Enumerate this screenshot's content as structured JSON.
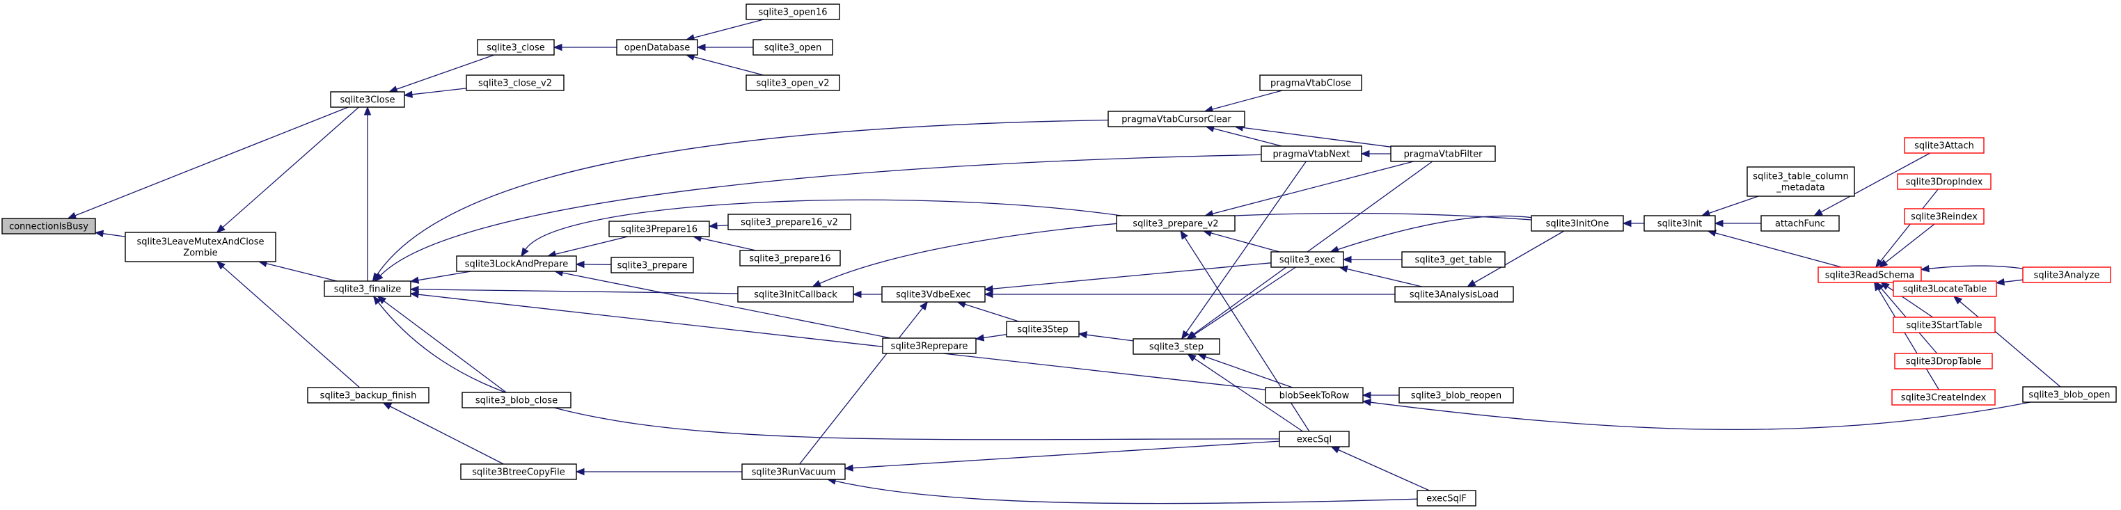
{
  "colors": {
    "edge": "#191970",
    "node_border": "#000000",
    "node_border_incomplete": "#ff0000",
    "node_fill": "#ffffff",
    "root_fill": "#bfbfbf",
    "text": "#000000"
  },
  "graph": {
    "root": "connectionIsBusy",
    "nodes": [
      {
        "id": "connectionIsBusy",
        "label": "connectionIsBusy",
        "root": true
      },
      {
        "id": "sqlite3Close",
        "label": "sqlite3Close"
      },
      {
        "id": "sqlite3LeaveMutexAndCloseZombie",
        "label": "sqlite3LeaveMutexAndClose\nZombie"
      },
      {
        "id": "sqlite3_close",
        "label": "sqlite3_close"
      },
      {
        "id": "sqlite3_close_v2",
        "label": "sqlite3_close_v2"
      },
      {
        "id": "openDatabase",
        "label": "openDatabase"
      },
      {
        "id": "sqlite3_open16",
        "label": "sqlite3_open16"
      },
      {
        "id": "sqlite3_open",
        "label": "sqlite3_open"
      },
      {
        "id": "sqlite3_open_v2",
        "label": "sqlite3_open_v2"
      },
      {
        "id": "sqlite3_finalize",
        "label": "sqlite3_finalize"
      },
      {
        "id": "sqlite3_backup_finish",
        "label": "sqlite3_backup_finish"
      },
      {
        "id": "sqlite3LockAndPrepare",
        "label": "sqlite3LockAndPrepare"
      },
      {
        "id": "sqlite3_blob_close",
        "label": "sqlite3_blob_close"
      },
      {
        "id": "sqlite3BtreeCopyFile",
        "label": "sqlite3BtreeCopyFile"
      },
      {
        "id": "sqlite3Prepare16",
        "label": "sqlite3Prepare16"
      },
      {
        "id": "sqlite3_prepare",
        "label": "sqlite3_prepare"
      },
      {
        "id": "sqlite3InitCallback",
        "label": "sqlite3InitCallback"
      },
      {
        "id": "sqlite3Reprepare",
        "label": "sqlite3Reprepare"
      },
      {
        "id": "sqlite3_prepare16_v2",
        "label": "sqlite3_prepare16_v2"
      },
      {
        "id": "sqlite3_prepare16",
        "label": "sqlite3_prepare16"
      },
      {
        "id": "sqlite3RunVacuum",
        "label": "sqlite3RunVacuum"
      },
      {
        "id": "sqlite3VdbeExec",
        "label": "sqlite3VdbeExec"
      },
      {
        "id": "sqlite3Step",
        "label": "sqlite3Step"
      },
      {
        "id": "pragmaVtabCursorClear",
        "label": "pragmaVtabCursorClear"
      },
      {
        "id": "sqlite3_prepare_v2",
        "label": "sqlite3_prepare_v2"
      },
      {
        "id": "sqlite3_step",
        "label": "sqlite3_step"
      },
      {
        "id": "sqlite3_exec",
        "label": "sqlite3_exec"
      },
      {
        "id": "blobSeekToRow",
        "label": "blobSeekToRow"
      },
      {
        "id": "execSql",
        "label": "execSql"
      },
      {
        "id": "execSqlF",
        "label": "execSqlF"
      },
      {
        "id": "pragmaVtabClose",
        "label": "pragmaVtabClose"
      },
      {
        "id": "pragmaVtabNext",
        "label": "pragmaVtabNext"
      },
      {
        "id": "pragmaVtabFilter",
        "label": "pragmaVtabFilter"
      },
      {
        "id": "sqlite3_get_table",
        "label": "sqlite3_get_table"
      },
      {
        "id": "sqlite3AnalysisLoad",
        "label": "sqlite3AnalysisLoad"
      },
      {
        "id": "sqlite3_blob_reopen",
        "label": "sqlite3_blob_reopen"
      },
      {
        "id": "sqlite3InitOne",
        "label": "sqlite3InitOne"
      },
      {
        "id": "sqlite3Init",
        "label": "sqlite3Init"
      },
      {
        "id": "sqlite3_table_column_metadata",
        "label": "sqlite3_table_column\n_metadata"
      },
      {
        "id": "attachFunc",
        "label": "attachFunc"
      },
      {
        "id": "sqlite3ReadSchema",
        "label": "sqlite3ReadSchema",
        "incomplete": true
      },
      {
        "id": "sqlite3Attach",
        "label": "sqlite3Attach",
        "incomplete": true
      },
      {
        "id": "sqlite3DropIndex",
        "label": "sqlite3DropIndex",
        "incomplete": true
      },
      {
        "id": "sqlite3Reindex",
        "label": "sqlite3Reindex",
        "incomplete": true
      },
      {
        "id": "sqlite3LocateTable",
        "label": "sqlite3LocateTable",
        "incomplete": true
      },
      {
        "id": "sqlite3StartTable",
        "label": "sqlite3StartTable",
        "incomplete": true
      },
      {
        "id": "sqlite3DropTable",
        "label": "sqlite3DropTable",
        "incomplete": true
      },
      {
        "id": "sqlite3CreateIndex",
        "label": "sqlite3CreateIndex",
        "incomplete": true
      },
      {
        "id": "sqlite3Analyze",
        "label": "sqlite3Analyze",
        "incomplete": true
      },
      {
        "id": "sqlite3_blob_open",
        "label": "sqlite3_blob_open"
      }
    ],
    "edges": [
      [
        "sqlite3Close",
        "connectionIsBusy"
      ],
      [
        "sqlite3LeaveMutexAndCloseZombie",
        "connectionIsBusy"
      ],
      [
        "sqlite3_close",
        "sqlite3Close"
      ],
      [
        "sqlite3_close_v2",
        "sqlite3Close"
      ],
      [
        "sqlite3_finalize",
        "sqlite3Close"
      ],
      [
        "openDatabase",
        "sqlite3_close"
      ],
      [
        "sqlite3_open16",
        "openDatabase"
      ],
      [
        "sqlite3_open",
        "openDatabase"
      ],
      [
        "sqlite3_open_v2",
        "openDatabase"
      ],
      [
        "sqlite3Close",
        "sqlite3LeaveMutexAndCloseZombie"
      ],
      [
        "sqlite3_finalize",
        "sqlite3LeaveMutexAndCloseZombie"
      ],
      [
        "sqlite3_backup_finish",
        "sqlite3LeaveMutexAndCloseZombie"
      ],
      [
        "sqlite3BtreeCopyFile",
        "sqlite3_backup_finish"
      ],
      [
        "sqlite3RunVacuum",
        "sqlite3BtreeCopyFile"
      ],
      [
        "execSql",
        "sqlite3RunVacuum"
      ],
      [
        "execSqlF",
        "sqlite3RunVacuum"
      ],
      [
        "sqlite3LockAndPrepare",
        "sqlite3_finalize"
      ],
      [
        "sqlite3InitCallback",
        "sqlite3_finalize"
      ],
      [
        "sqlite3_blob_close",
        "sqlite3_finalize"
      ],
      [
        "blobSeekToRow",
        "sqlite3_finalize"
      ],
      [
        "execSql",
        "sqlite3_finalize"
      ],
      [
        "pragmaVtabCursorClear",
        "sqlite3_finalize"
      ],
      [
        "pragmaVtabNext",
        "sqlite3_finalize"
      ],
      [
        "sqlite3Prepare16",
        "sqlite3LockAndPrepare"
      ],
      [
        "sqlite3_prepare",
        "sqlite3LockAndPrepare"
      ],
      [
        "sqlite3Reprepare",
        "sqlite3LockAndPrepare"
      ],
      [
        "sqlite3_prepare_v2",
        "sqlite3LockAndPrepare"
      ],
      [
        "sqlite3_prepare16_v2",
        "sqlite3Prepare16"
      ],
      [
        "sqlite3_prepare16",
        "sqlite3Prepare16"
      ],
      [
        "sqlite3InitOne",
        "sqlite3InitCallback"
      ],
      [
        "sqlite3VdbeExec",
        "sqlite3InitCallback"
      ],
      [
        "sqlite3Step",
        "sqlite3Reprepare"
      ],
      [
        "sqlite3_step",
        "sqlite3Step"
      ],
      [
        "sqlite3Step",
        "sqlite3VdbeExec"
      ],
      [
        "sqlite3RunVacuum",
        "sqlite3VdbeExec"
      ],
      [
        "sqlite3_exec",
        "sqlite3VdbeExec"
      ],
      [
        "sqlite3AnalysisLoad",
        "sqlite3VdbeExec"
      ],
      [
        "blobSeekToRow",
        "sqlite3_step"
      ],
      [
        "execSql",
        "sqlite3_step"
      ],
      [
        "pragmaVtabNext",
        "sqlite3_step"
      ],
      [
        "pragmaVtabFilter",
        "sqlite3_step"
      ],
      [
        "sqlite3_exec",
        "sqlite3_step"
      ],
      [
        "pragmaVtabNext",
        "pragmaVtabCursorClear"
      ],
      [
        "pragmaVtabFilter",
        "pragmaVtabCursorClear"
      ],
      [
        "pragmaVtabClose",
        "pragmaVtabCursorClear"
      ],
      [
        "pragmaVtabFilter",
        "pragmaVtabNext"
      ],
      [
        "execSql",
        "sqlite3_prepare_v2"
      ],
      [
        "pragmaVtabFilter",
        "sqlite3_prepare_v2"
      ],
      [
        "sqlite3_exec",
        "sqlite3_prepare_v2"
      ],
      [
        "sqlite3_get_table",
        "sqlite3_exec"
      ],
      [
        "sqlite3AnalysisLoad",
        "sqlite3_exec"
      ],
      [
        "sqlite3InitOne",
        "sqlite3_exec"
      ],
      [
        "sqlite3InitOne",
        "sqlite3AnalysisLoad"
      ],
      [
        "sqlite3_blob_reopen",
        "blobSeekToRow"
      ],
      [
        "sqlite3_blob_open",
        "blobSeekToRow"
      ],
      [
        "execSqlF",
        "execSql"
      ],
      [
        "sqlite3Init",
        "sqlite3InitOne"
      ],
      [
        "sqlite3_table_column_metadata",
        "sqlite3Init"
      ],
      [
        "attachFunc",
        "sqlite3Init"
      ],
      [
        "sqlite3ReadSchema",
        "sqlite3Init"
      ],
      [
        "sqlite3Attach",
        "attachFunc"
      ],
      [
        "sqlite3DropIndex",
        "sqlite3ReadSchema"
      ],
      [
        "sqlite3Reindex",
        "sqlite3ReadSchema"
      ],
      [
        "sqlite3LocateTable",
        "sqlite3ReadSchema"
      ],
      [
        "sqlite3StartTable",
        "sqlite3ReadSchema"
      ],
      [
        "sqlite3DropTable",
        "sqlite3ReadSchema"
      ],
      [
        "sqlite3CreateIndex",
        "sqlite3ReadSchema"
      ],
      [
        "sqlite3Analyze",
        "sqlite3ReadSchema"
      ],
      [
        "sqlite3Analyze",
        "sqlite3LocateTable"
      ],
      [
        "sqlite3_blob_open",
        "sqlite3LocateTable"
      ]
    ]
  }
}
